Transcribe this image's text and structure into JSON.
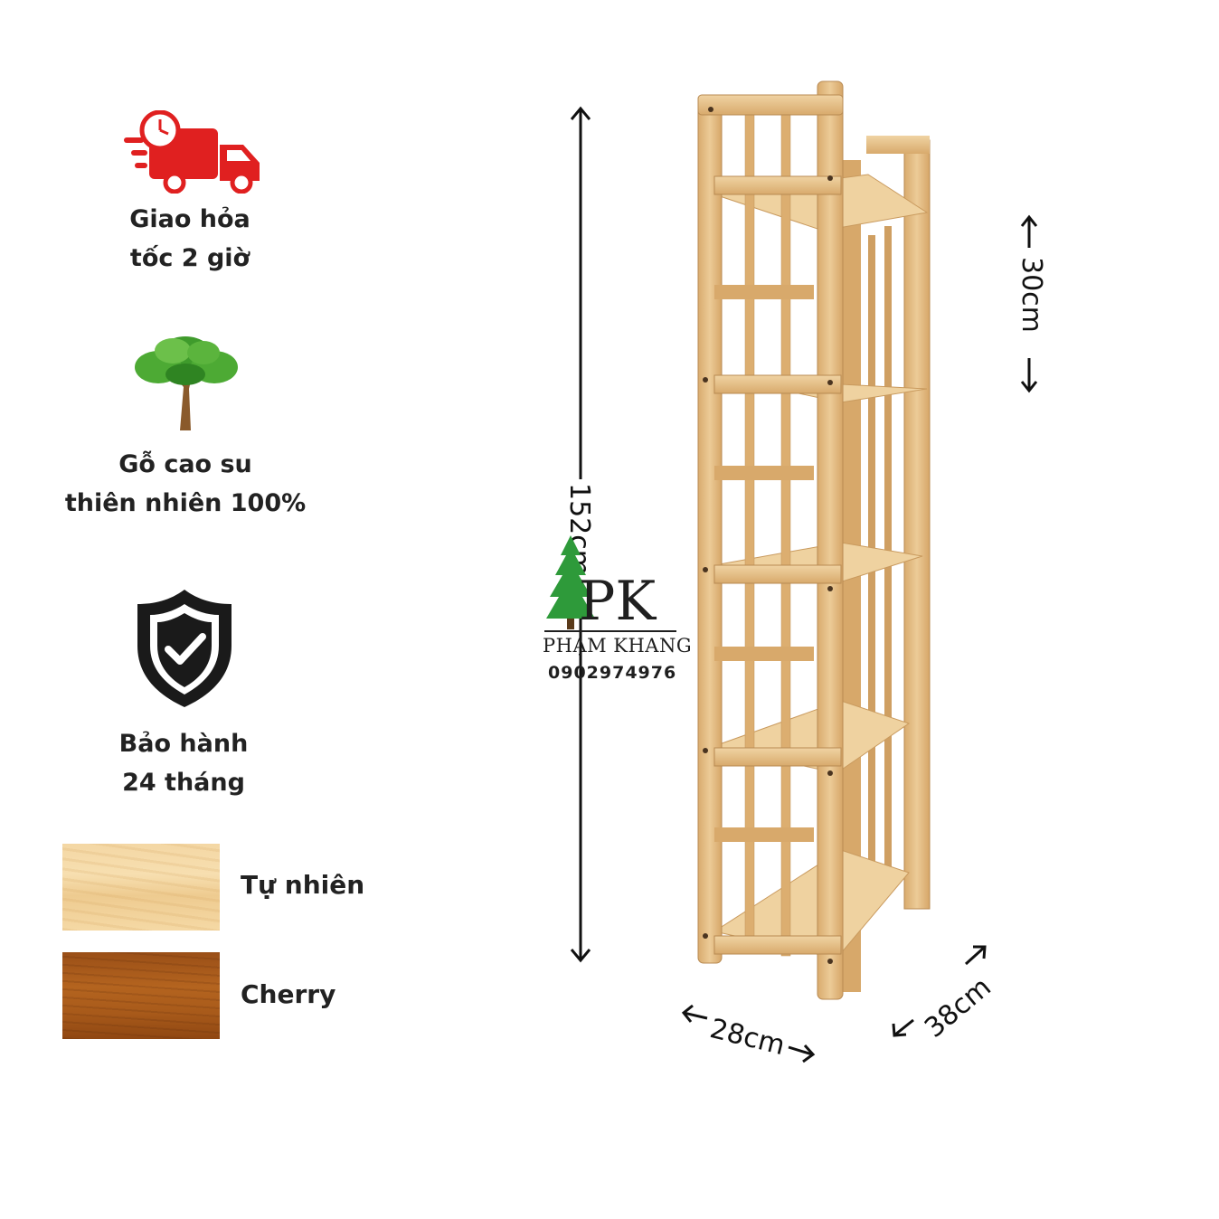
{
  "features": [
    {
      "icon": "delivery-truck-icon",
      "line1": "Giao hỏa",
      "line2": "tốc 2 giờ"
    },
    {
      "icon": "tree-icon",
      "line1": "Gỗ cao su",
      "line2": "thiên nhiên 100%"
    },
    {
      "icon": "shield-check-icon",
      "line1": "Bảo hành",
      "line2": "24 tháng"
    }
  ],
  "colors": [
    {
      "label": "Tự nhiên",
      "swatch": "#f4d7a4"
    },
    {
      "label": "Cherry",
      "swatch": "#a85a1a"
    }
  ],
  "dimensions": {
    "height": "152cm",
    "shelf_spacing": "30cm",
    "width": "28cm",
    "depth": "38cm"
  },
  "watermark": {
    "initials": "PK",
    "name": "PHẠM KHANG",
    "phone": "0902974976"
  },
  "palette": {
    "wood": "#e8c38d",
    "wood_dark": "#c99a5e",
    "truck": "#e02020",
    "tree_green": "#3f9b2c",
    "shield": "#1a1a1a"
  }
}
